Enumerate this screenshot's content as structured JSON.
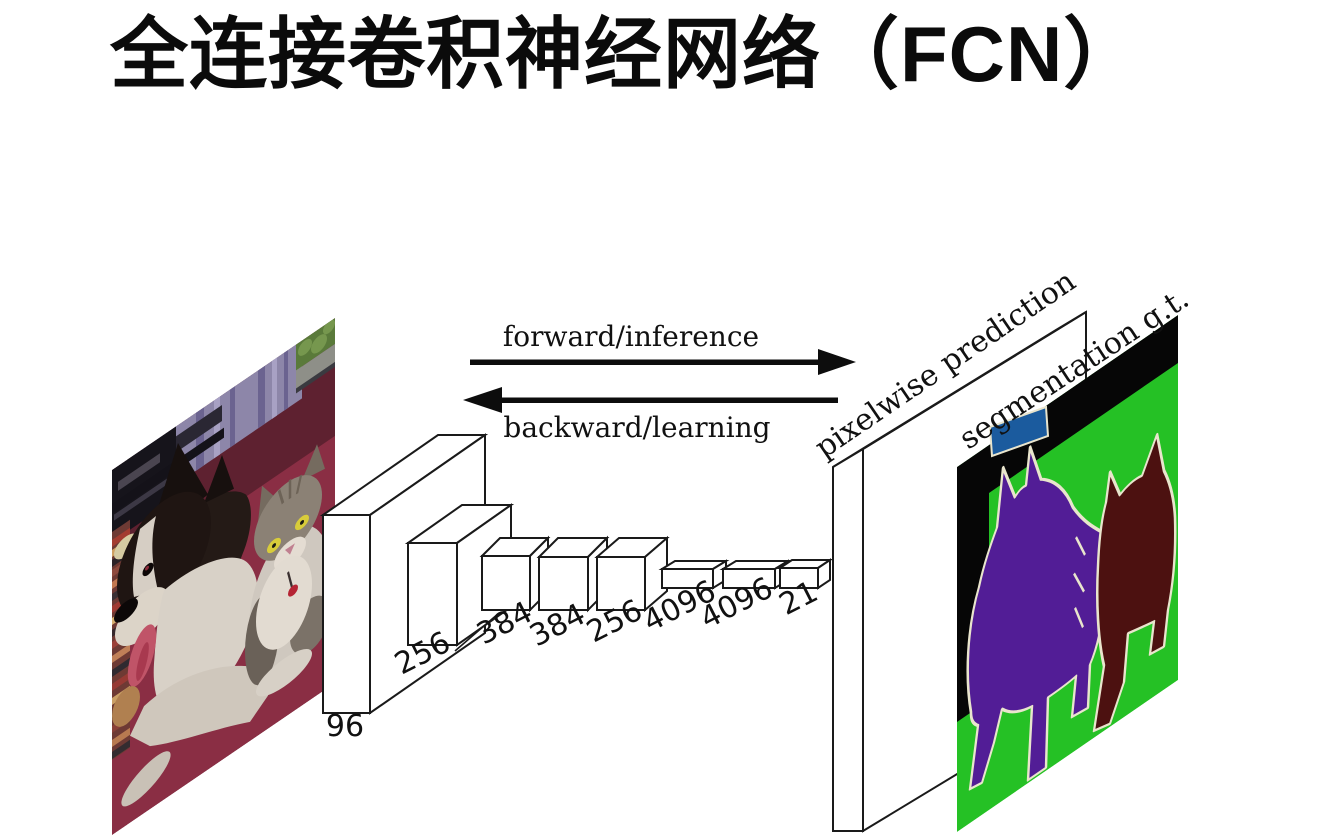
{
  "title": "全连接卷积神经网络（FCN）",
  "figure": {
    "forward_arrow_label": "forward/inference",
    "backward_arrow_label": "backward/learning",
    "prediction_plane_label": "pixelwise prediction",
    "ground_truth_plane_label": "segmentation g.t.",
    "layer_sizes": [
      "96",
      "256",
      "384",
      "384",
      "256",
      "4096",
      "4096",
      "21"
    ],
    "input_photo_description": "dog and cat lying on a maroon couch",
    "colors": {
      "line_black": "#1a1a1a",
      "seg_background_green": "#25c125",
      "seg_cat_purple": "#521d96",
      "seg_dog_maroon": "#4c1110",
      "seg_backdrop_black": "#060606",
      "seg_object_blue": "#1b5b9e",
      "seg_outline_cream": "#e9e5cd",
      "photo_couch_maroon": "#8a2e44"
    }
  }
}
